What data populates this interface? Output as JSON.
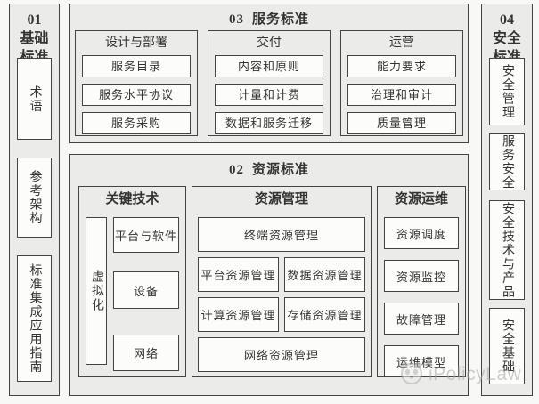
{
  "panels": {
    "basic": {
      "id": "01",
      "title": "基础标准",
      "items": [
        "术语",
        "参考架构",
        "标准集成应用指南"
      ]
    },
    "service": {
      "id": "03",
      "title": "服务标准",
      "groups": [
        {
          "title": "设计与部署",
          "items": [
            "服务目录",
            "服务水平协议",
            "服务采购"
          ]
        },
        {
          "title": "交付",
          "items": [
            "内容和原则",
            "计量和计费",
            "数据和服务迁移"
          ]
        },
        {
          "title": "运营",
          "items": [
            "能力要求",
            "治理和审计",
            "质量管理"
          ]
        }
      ]
    },
    "resource": {
      "id": "02",
      "title": "资源标准",
      "groups": {
        "tech": {
          "title": "关键技术",
          "side_item": "虚拟化",
          "items": [
            "平台与软件",
            "设备",
            "网络"
          ]
        },
        "mgmt": {
          "title": "资源管理",
          "rows": [
            [
              "终端资源管理"
            ],
            [
              "平台资源管理",
              "数据资源管理"
            ],
            [
              "计算资源管理",
              "存储资源管理"
            ],
            [
              "网络资源管理"
            ]
          ]
        },
        "ops": {
          "title": "资源运维",
          "items": [
            "资源调度",
            "资源监控",
            "故障管理",
            "运维模型"
          ]
        }
      }
    },
    "security": {
      "id": "04",
      "title": "安全标准",
      "items": [
        "安全管理",
        "服务安全",
        "安全技术与产品",
        "安全基础"
      ]
    }
  },
  "watermark": {
    "text": "iPolicyLaw",
    "icon": "panda-logo"
  },
  "colors": {
    "border": "#44433f",
    "panel_bg": "#ebebe9",
    "box_bg": "#fcfcfb",
    "page_bg": "#f8f8f6",
    "text": "#343330",
    "watermark": "#a9a7a4"
  }
}
